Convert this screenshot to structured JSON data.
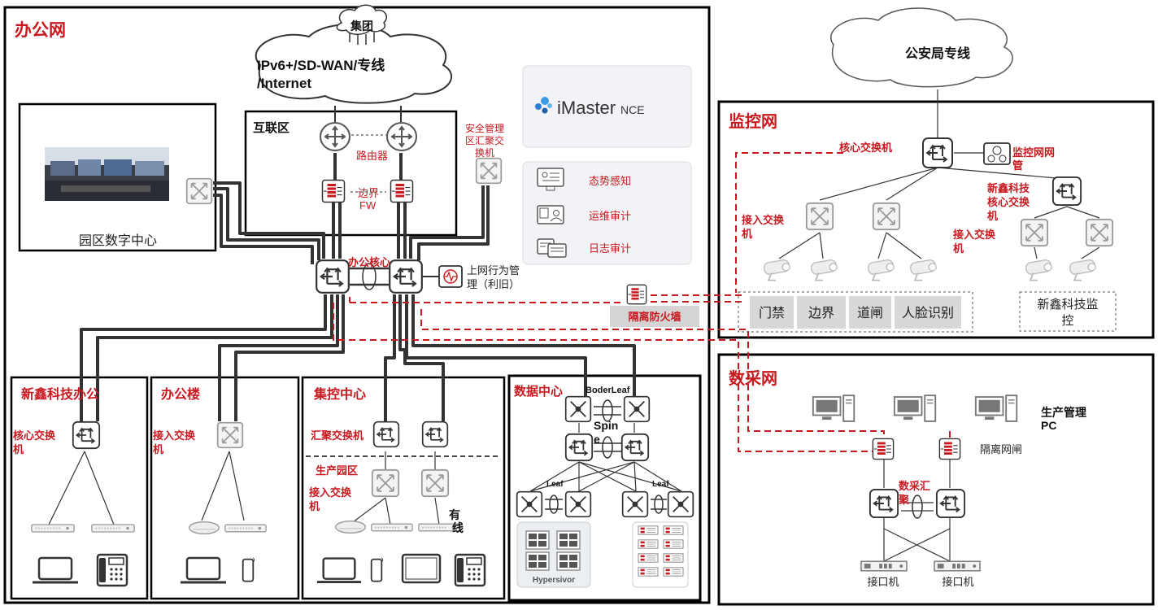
{
  "zones": {
    "office": "办公网",
    "internet": "互联区",
    "park_dc": "园区数字中心",
    "monitor": "监控网",
    "datacollect": "数采网",
    "xinxin_office": "新鑫科技办公",
    "office_bldg": "办公楼",
    "control_center": "集控中心",
    "datacenter": "数据中心"
  },
  "clouds": {
    "group": "集团",
    "wan_line1": "IPv6+/SD-WAN/专线",
    "wan_line2": "/Internet",
    "police": "公安局专线"
  },
  "labels": {
    "router": "路由器",
    "border_fw1": "边界",
    "border_fw2": "FW",
    "sec_mgmt1": "安全管理",
    "sec_mgmt2": "区汇聚交",
    "sec_mgmt3": "换机",
    "office_core": "办公核心",
    "behavior1": "上网行为管",
    "behavior2": "理（利旧）",
    "isolation_fw": "隔离防火墙",
    "imaster": "iMaster",
    "imaster_nce": "NCE",
    "situation": "态势感知",
    "ops_audit": "运维审计",
    "log_audit": "日志审计",
    "mon_core": "核心交换机",
    "mon_nms1": "监控网网",
    "mon_nms2": "管",
    "mon_access1": "接入交换",
    "mon_access2": "机",
    "xx_core1": "新鑫科技",
    "xx_core2": "核心交换",
    "xx_core3": "机",
    "xx_access1": "接入交换",
    "xx_access2": "机",
    "door": "门禁",
    "border": "边界",
    "gate": "道闸",
    "face": "人脸识别",
    "xx_mon1": "新鑫科技监",
    "xx_mon2": "控",
    "prod_pc1": "生产管理",
    "prod_pc2": "PC",
    "iso_gate": "隔离网闸",
    "dc_agg1": "数采汇",
    "dc_agg2": "聚",
    "iface1": "接口机",
    "iface2": "接口机",
    "xo_core1": "核心交换",
    "xo_core2": "机",
    "ob_access1": "接入交换",
    "ob_access2": "机",
    "cc_agg": "汇聚交换机",
    "cc_prod": "生产园区",
    "cc_access1": "接入交换",
    "cc_access2": "机",
    "wired1": "有",
    "wired2": "线",
    "borderleaf": "BoderLeaf",
    "spine1": "Spin",
    "spine2": "e",
    "leaf1": "Leaf",
    "leaf2": "Leaf",
    "hypervisor": "Hypersivor"
  },
  "colors": {
    "accent_red": "#c8191f",
    "line_dark": "#333333",
    "border": "#000000"
  }
}
